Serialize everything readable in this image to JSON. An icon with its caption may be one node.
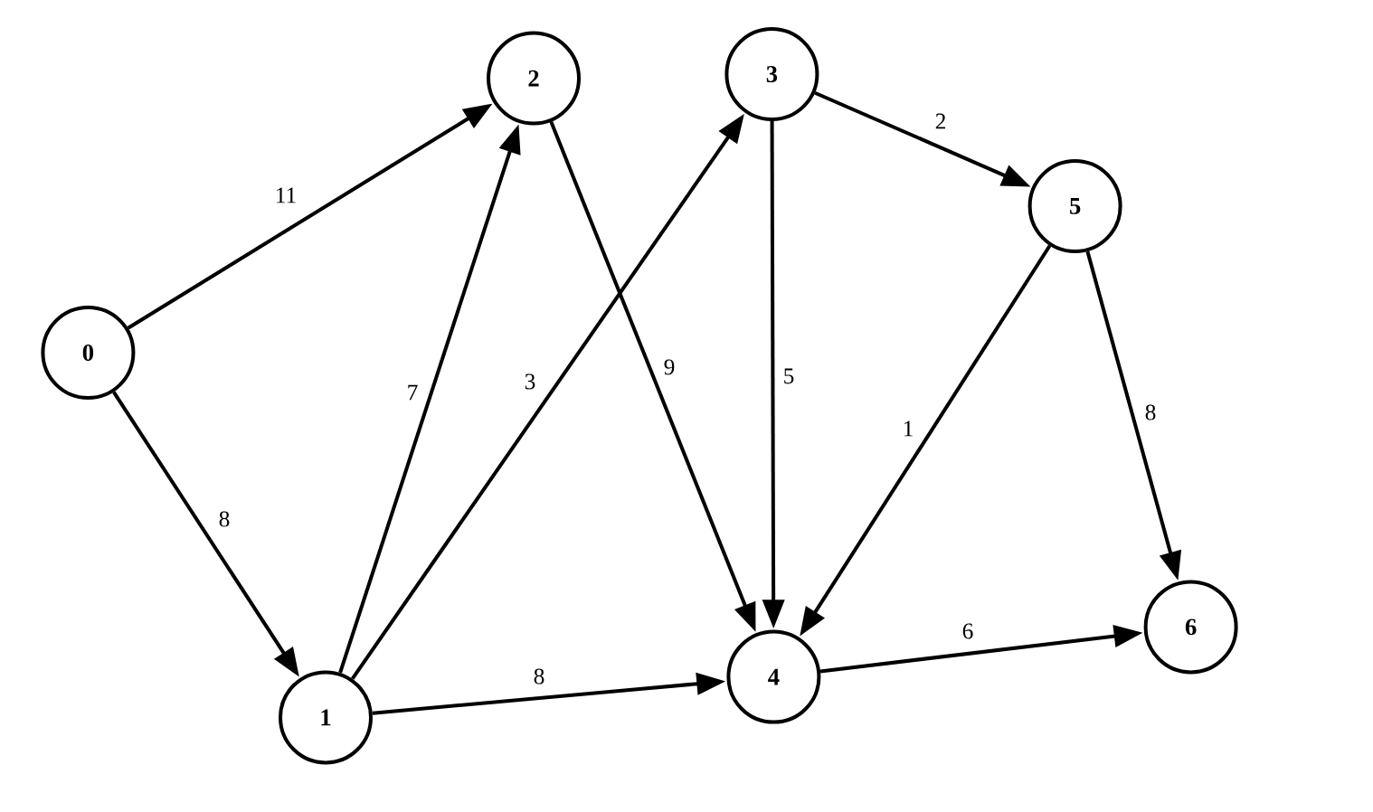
{
  "diagram": {
    "nodes": [
      {
        "text": [
          "0"
        ]
      },
      {
        "text": [
          "1"
        ]
      },
      {
        "text": [
          "2"
        ]
      },
      {
        "text": [
          "3"
        ]
      },
      {
        "text": [
          "4"
        ]
      },
      {
        "text": [
          "5"
        ]
      },
      {
        "text": [
          "6"
        ]
      }
    ],
    "edges": [
      {
        "from": 0,
        "to": 2,
        "arrow": "to",
        "label": "11"
      },
      {
        "from": 0,
        "to": 1,
        "arrow": "to",
        "label": "8"
      },
      {
        "from": 1,
        "to": 2,
        "arrow": "to",
        "label": "7"
      },
      {
        "from": 1,
        "to": 3,
        "arrow": "to",
        "label": "3"
      },
      {
        "from": 1,
        "to": 4,
        "arrow": "to",
        "label": "8"
      },
      {
        "from": 2,
        "to": 4,
        "arrow": "to",
        "label": "9"
      },
      {
        "from": 3,
        "to": 4,
        "arrow": "to",
        "label": "5"
      },
      {
        "from": 3,
        "to": 5,
        "arrow": "to",
        "label": "2"
      },
      {
        "from": 4,
        "to": 6,
        "arrow": "to",
        "label": "6"
      },
      {
        "from": 5,
        "to": 4,
        "arrow": "to",
        "label": "1"
      },
      {
        "from": 5,
        "to": 6,
        "arrow": "to",
        "label": "8"
      }
    ]
  }
}
